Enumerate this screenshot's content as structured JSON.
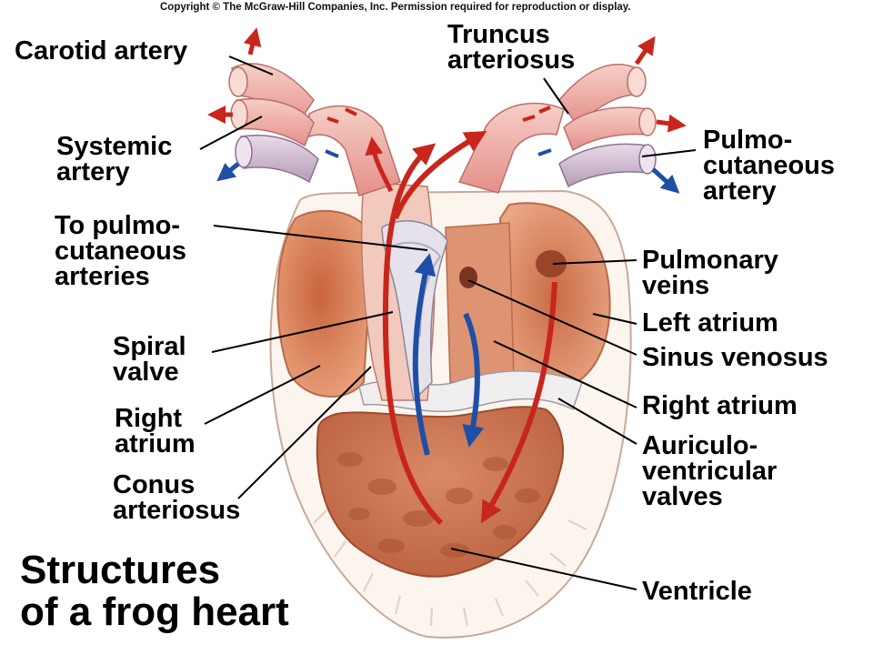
{
  "copyright": "Copyright © The McGraw-Hill Companies, Inc. Permission required for reproduction or display.",
  "title": {
    "line1": "Structures",
    "line2": "of a frog heart"
  },
  "labels": {
    "carotid_artery": "Carotid artery",
    "truncus_arteriosus": {
      "line1": "Truncus",
      "line2": "arteriosus"
    },
    "systemic_artery": {
      "line1": "Systemic",
      "line2": "artery"
    },
    "pulmocutaneous_artery": {
      "line1": "Pulmo-",
      "line2": "cutaneous",
      "line3": "artery"
    },
    "to_pulmocutaneous_arteries": {
      "line1": "To pulmo-",
      "line2": "cutaneous",
      "line3": "arteries"
    },
    "pulmonary_veins": {
      "line1": "Pulmonary",
      "line2": "veins"
    },
    "left_atrium": "Left atrium",
    "spiral_valve": {
      "line1": "Spiral",
      "line2": "valve"
    },
    "sinus_venosus": "Sinus venosus",
    "right_atrium_left": {
      "line1": "Right",
      "line2": "atrium"
    },
    "right_atrium_right": "Right atrium",
    "auriculoventricular_valves": {
      "line1": "Auriculo-",
      "line2": "ventricular",
      "line3": "valves"
    },
    "conus_arteriosus": {
      "line1": "Conus",
      "line2": "arteriosus"
    },
    "ventricle": "Ventricle"
  },
  "colors": {
    "oxygenated": "#c8251c",
    "deoxygenated": "#1e4fa6",
    "tissue": "#d98a66",
    "vessel": "#f0b8b0"
  }
}
